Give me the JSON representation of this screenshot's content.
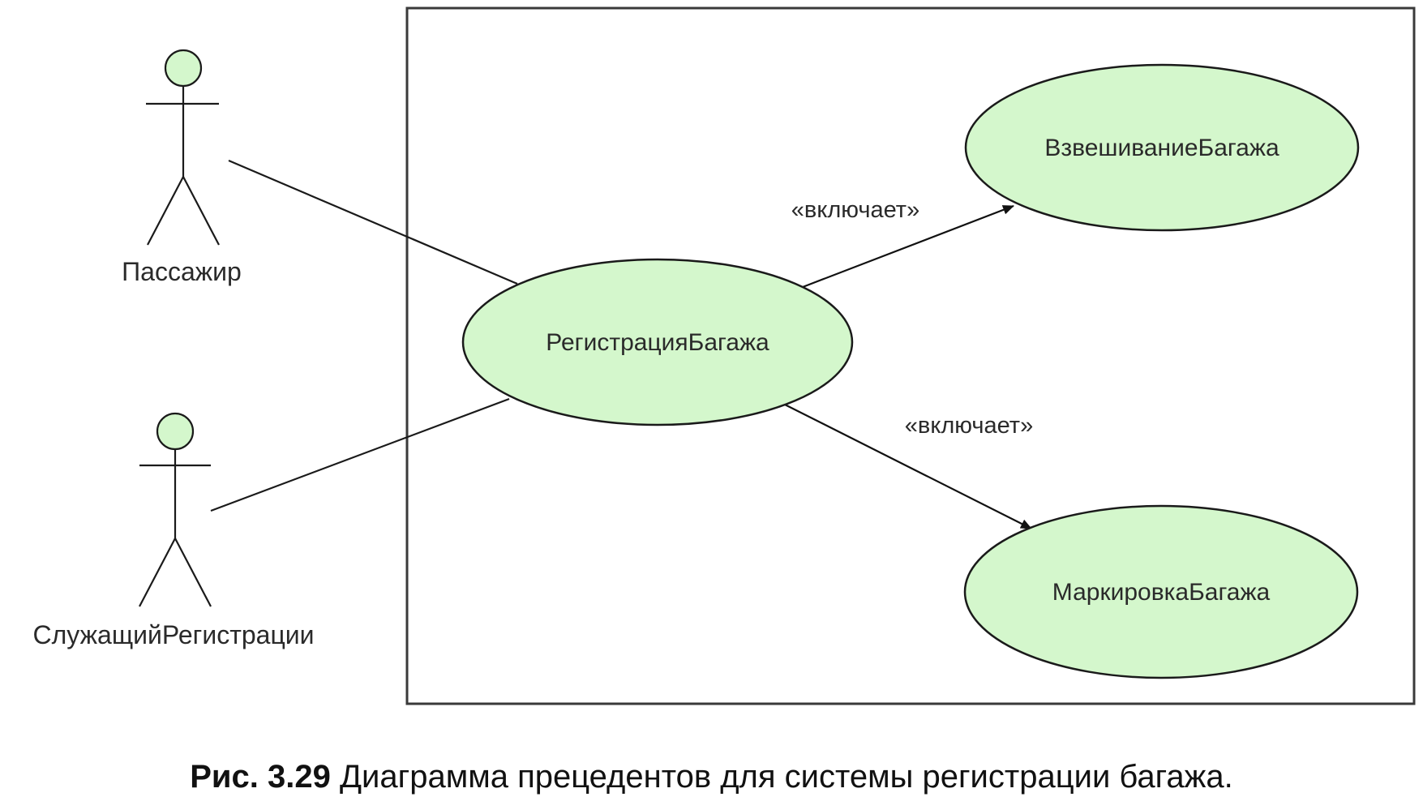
{
  "actors": [
    {
      "id": "passenger",
      "label": "Пассажир"
    },
    {
      "id": "clerk",
      "label": "СлужащийРегистрации"
    }
  ],
  "use_cases": [
    {
      "id": "registration",
      "label": "РегистрацияБагажа"
    },
    {
      "id": "weighing",
      "label": "ВзвешиваниеБагажа"
    },
    {
      "id": "marking",
      "label": "МаркировкаБагажа"
    }
  ],
  "relations": {
    "include_weighing": "«включает»",
    "include_marking": "«включает»"
  },
  "colors": {
    "usecase_fill": "#d4f7cc",
    "actor_head_fill": "#d4f7cc",
    "stroke": "#1a1a1a",
    "boundary_stroke": "#3a3a3a"
  },
  "caption": {
    "number": "Рис. 3.29",
    "text": " Диаграмма прецедентов для системы регистрации багажа."
  }
}
